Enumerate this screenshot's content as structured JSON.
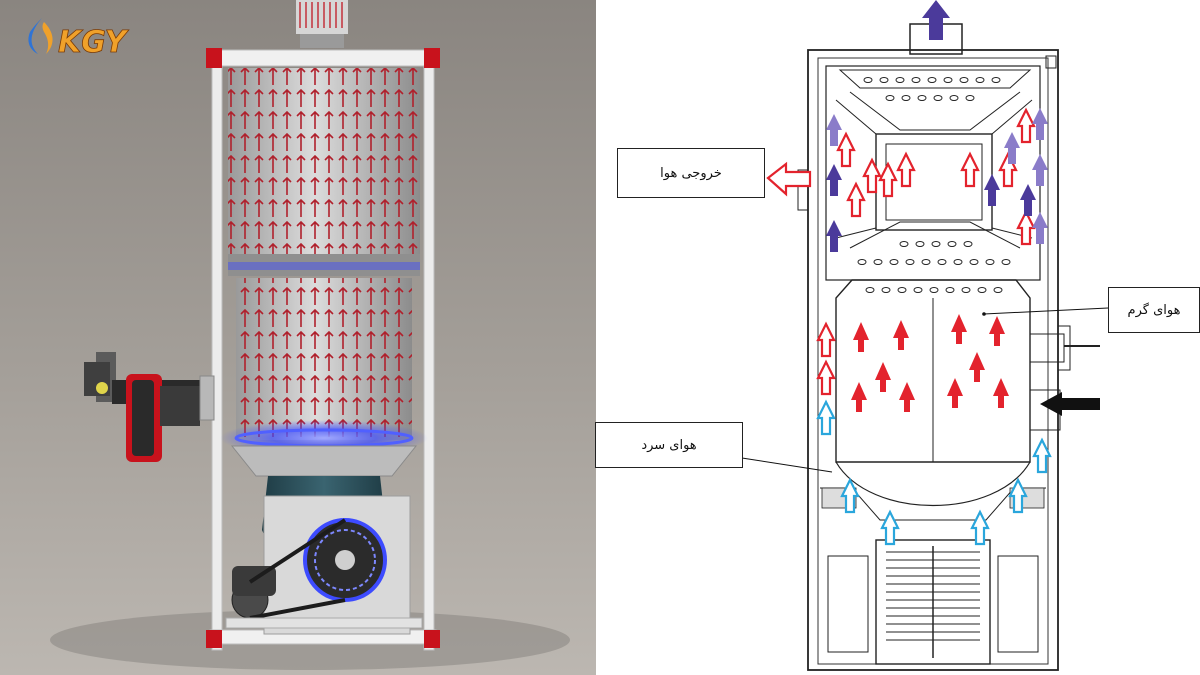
{
  "logo": {
    "text": "KGY",
    "accent": "#f0a12a"
  },
  "labels": {
    "air_outlet": "خروجی هوا",
    "hot_air": "هوای گرم",
    "cold_air": "هوای سرد"
  },
  "colors": {
    "hot_arrow": "#e3232d",
    "cold_arrow": "#2aa6dc",
    "exhaust_arrow": "#4b3a9b",
    "exhaust_light": "#8a7cc9",
    "flame": "#3d4bff",
    "frame": "#e8e8e8",
    "frame_red": "#c8121c",
    "fan_housing": "#2f5560"
  }
}
